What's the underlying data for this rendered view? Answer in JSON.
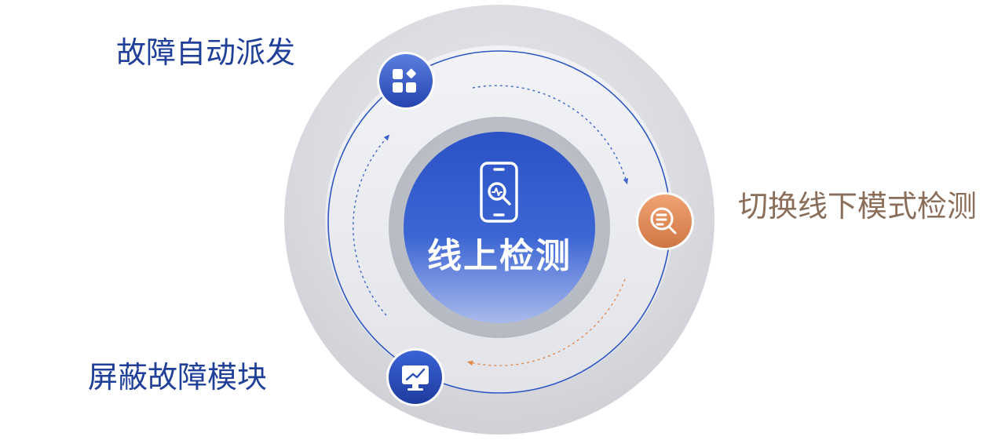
{
  "center": {
    "title": "线上检测",
    "icon": "phone-magnifier-icon"
  },
  "nodes": [
    {
      "key": "dispatch",
      "label": "故障自动派发",
      "icon": "grid-apps-icon",
      "color": "#3358c6",
      "label_color": "#1f3f99"
    },
    {
      "key": "offline",
      "label": "切换线下模式检测",
      "icon": "document-search-icon",
      "color": "#d9875a",
      "label_color": "#8a6e5a"
    },
    {
      "key": "shield",
      "label": "屏蔽故障模块",
      "icon": "monitor-chart-icon",
      "color": "#2a4fb6",
      "label_color": "#1f3f99"
    }
  ],
  "colors": {
    "primary_blue": "#2f57c4",
    "accent_orange": "#e08a52",
    "ring_gray": "#d4d6db"
  }
}
